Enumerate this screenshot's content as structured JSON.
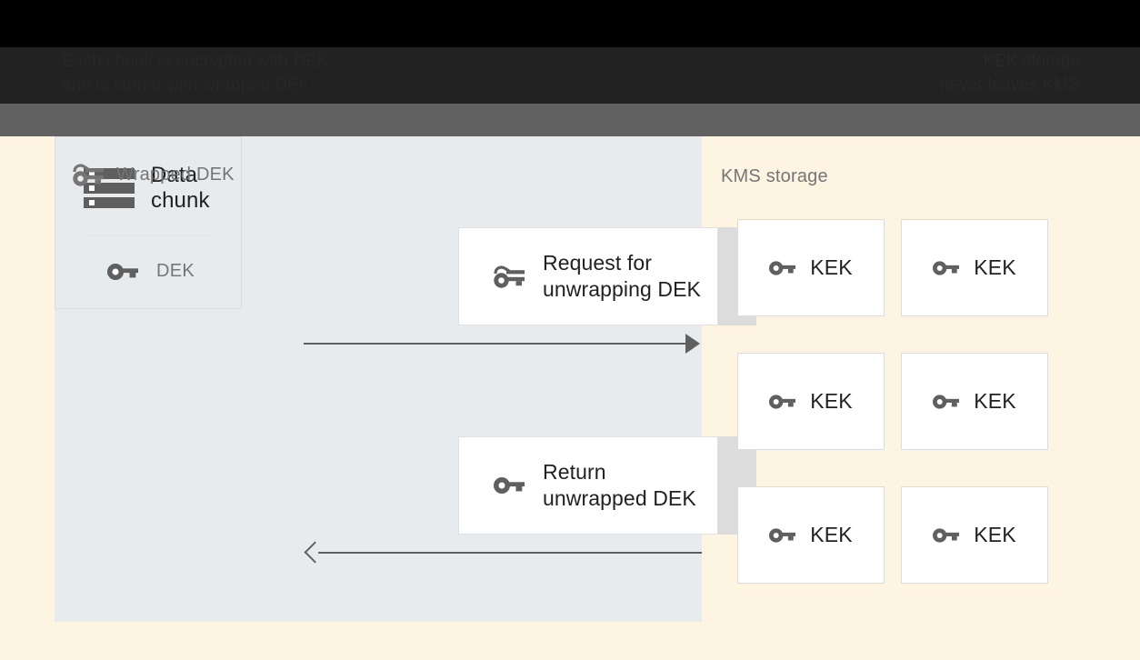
{
  "window": {
    "caption_line1": "Each chunk is encrypted with DEK",
    "caption_line2": "and is stored with wrapped DEK",
    "caption_right_line1": "KEK storage",
    "caption_right_line2": "never leaves KMS"
  },
  "diagram": {
    "left_panel": {
      "title": "Wrapped DEK",
      "title_icon": "wrapped-key-icon",
      "data_card": {
        "icon": "database-icon",
        "label": "Data\nchunk",
        "label_line1": "Data",
        "label_line2": "chunk",
        "key_icon": "key-icon",
        "key_label": "DEK"
      },
      "messages": [
        {
          "icon": "wrapped-key-icon",
          "line1": "Request for",
          "line2": "unwrapping DEK"
        },
        {
          "icon": "key-icon",
          "line1": "Return",
          "line2": "unwrapped DEK"
        }
      ],
      "arrows": [
        {
          "direction": "right",
          "name": "request-arrow"
        },
        {
          "direction": "left",
          "name": "response-arrow"
        }
      ]
    },
    "right_panel": {
      "title": "KMS storage",
      "keys": [
        {
          "icon": "key-icon",
          "label": "KEK"
        },
        {
          "icon": "key-icon",
          "label": "KEK"
        },
        {
          "icon": "key-icon",
          "label": "KEK"
        },
        {
          "icon": "key-icon",
          "label": "KEK"
        },
        {
          "icon": "key-icon",
          "label": "KEK"
        },
        {
          "icon": "key-icon",
          "label": "KEK"
        }
      ]
    }
  },
  "colors": {
    "background": "#FDF5E2",
    "left_panel": "#E8EBED",
    "card": "#FFFFFF",
    "card_shadow": "#DCDCDC",
    "icon": "#5F5F5F",
    "title_text": "#757575",
    "body_text": "#212121",
    "chrome_dark": "#222222",
    "chrome_grey": "#616161"
  }
}
